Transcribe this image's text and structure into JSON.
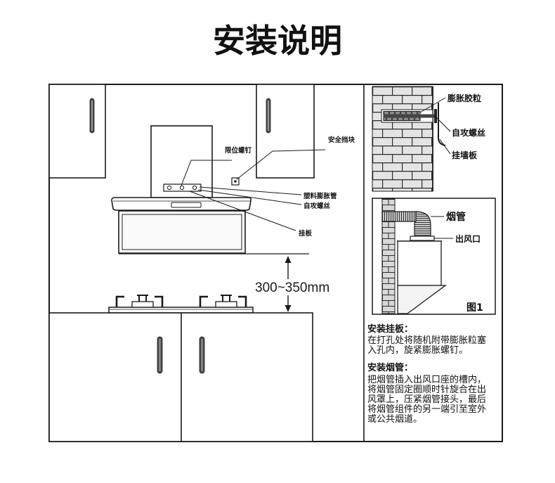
{
  "title": "安装说明",
  "main_diagram": {
    "labels": {
      "limit_screw": "限位螺钉",
      "safety_block": "安全挡块",
      "plastic_expansion_tube": "塑料膨胀管",
      "self_tapping_screw": "自攻螺丝",
      "hanging_plate": "挂板",
      "height_dimension": "300~350mm"
    }
  },
  "wall_detail": {
    "labels": {
      "expansion_plug": "膨胀胶粒",
      "self_tapping_screw": "自攻螺丝",
      "wall_plate": "挂墙板"
    }
  },
  "flue_detail": {
    "labels": {
      "flue_pipe": "烟管",
      "air_outlet": "出风口",
      "figure_label": "图1"
    }
  },
  "instructions": [
    {
      "heading": "安装挂板：",
      "lines": [
        "在打孔处将随机附带膨胀粒塞",
        "入孔内，旋紧膨胀螺钉。"
      ]
    },
    {
      "heading": "安装烟管：",
      "lines": [
        "把烟管插入出风口座的槽内，",
        "将烟管固定圈顺时针旋合在出",
        "风罩上，压紧烟管接头，最后",
        "将烟管组件的另一端引至室外",
        "或公共烟道。"
      ]
    }
  ]
}
